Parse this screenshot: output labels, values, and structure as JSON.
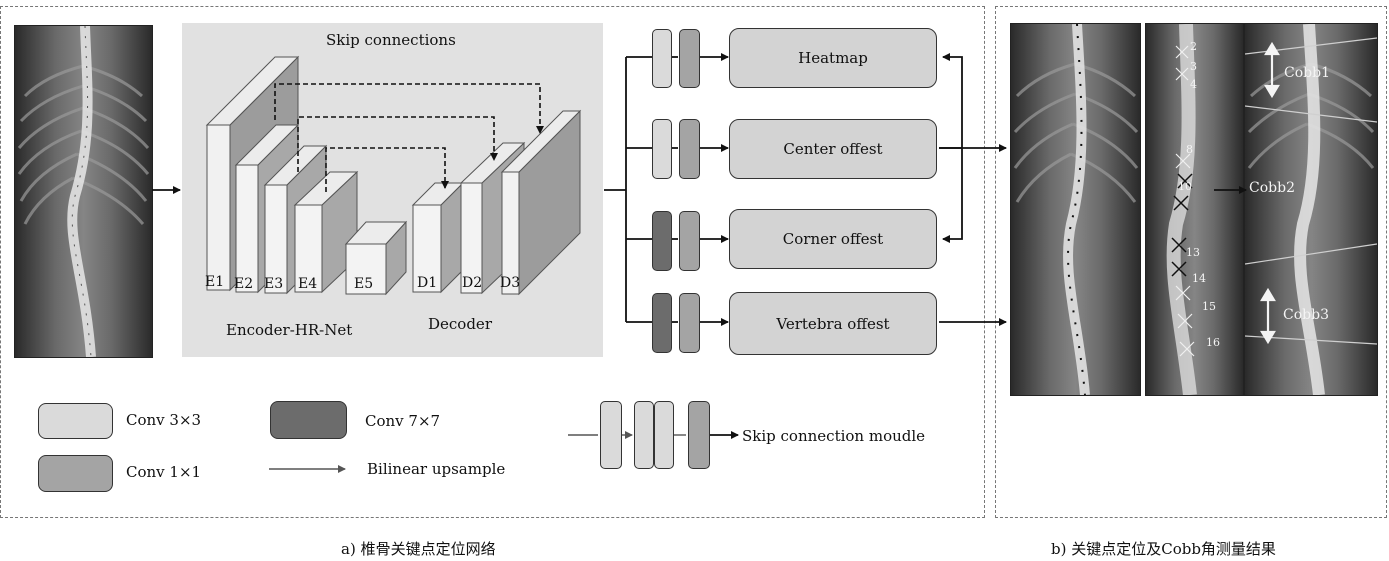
{
  "network": {
    "skip_title": "Skip connections",
    "blocks": [
      "E1",
      "E2",
      "E3",
      "E4",
      "E5",
      "D1",
      "D2",
      "D3"
    ],
    "encoder_label": "Encoder-HR-Net",
    "decoder_label": "Decoder"
  },
  "heads": [
    "Heatmap",
    "Center offest",
    "Corner offest",
    "Vertebra offest"
  ],
  "legend": {
    "conv3": "Conv  3×3",
    "conv1": "Conv  1×1",
    "conv7": "Conv  7×7",
    "bilinear": "Bilinear  upsample",
    "skip_module": "Skip connection moudle"
  },
  "results": {
    "cobb1": "Cobb1",
    "cobb2": "Cobb2",
    "cobb3": "Cobb3",
    "vertebra_numbers": [
      "2",
      "3",
      "4",
      "8",
      "10",
      "13",
      "14",
      "15",
      "16"
    ]
  },
  "captions": {
    "a": "a) 椎骨关键点定位网络",
    "b": "b) 关键点定位及Cobb角测量结果"
  },
  "colors": {
    "conv3": "#dadada",
    "conv1": "#a4a4a4",
    "conv7": "#6c6c6c",
    "panel_bg": "#e1e1e1"
  }
}
